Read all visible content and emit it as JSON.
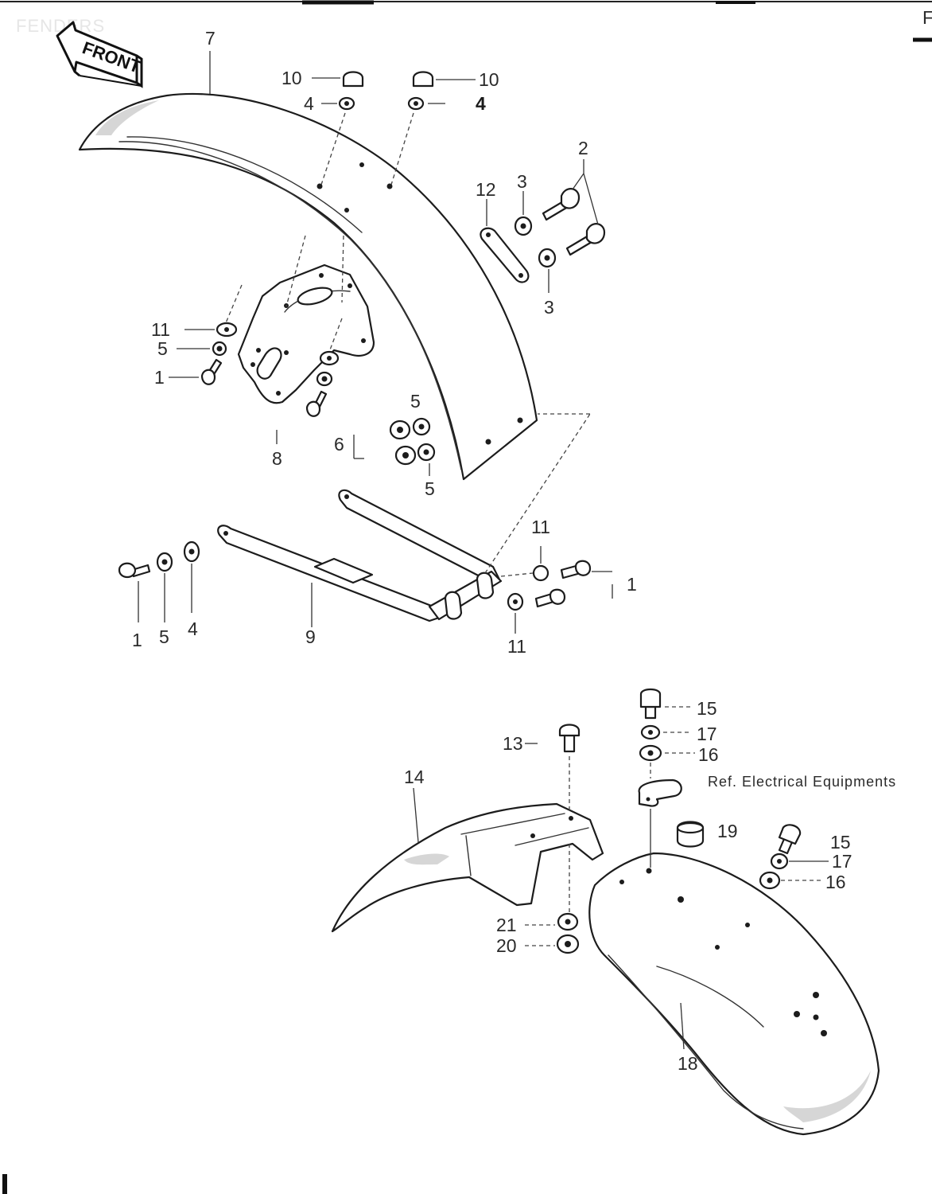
{
  "header": {
    "section_title": "FENDERS",
    "corner_letter": "F"
  },
  "front_arrow": {
    "label": "FRONT"
  },
  "callouts": {
    "c7": "7",
    "c10a": "10",
    "c10b": "10",
    "c4a": "4",
    "c4b": "4",
    "c2": "2",
    "c3a": "3",
    "c3b": "3",
    "c12": "12",
    "c11a": "11",
    "c5a": "5",
    "c1a": "1",
    "c5b": "5",
    "c6": "6",
    "c5c": "5",
    "c8": "8",
    "c11b": "11",
    "c1b": "1",
    "c11c": "11",
    "c1c": "1",
    "c5d": "5",
    "c4c": "4",
    "c9": "9",
    "c15a": "15",
    "c17a": "17",
    "c16a": "16",
    "c13": "13",
    "c14": "14",
    "ref_note": "Ref. Electrical Equipments",
    "c19": "19",
    "c15b": "15",
    "c17b": "17",
    "c16b": "16",
    "c21": "21",
    "c20": "20",
    "c18": "18"
  }
}
